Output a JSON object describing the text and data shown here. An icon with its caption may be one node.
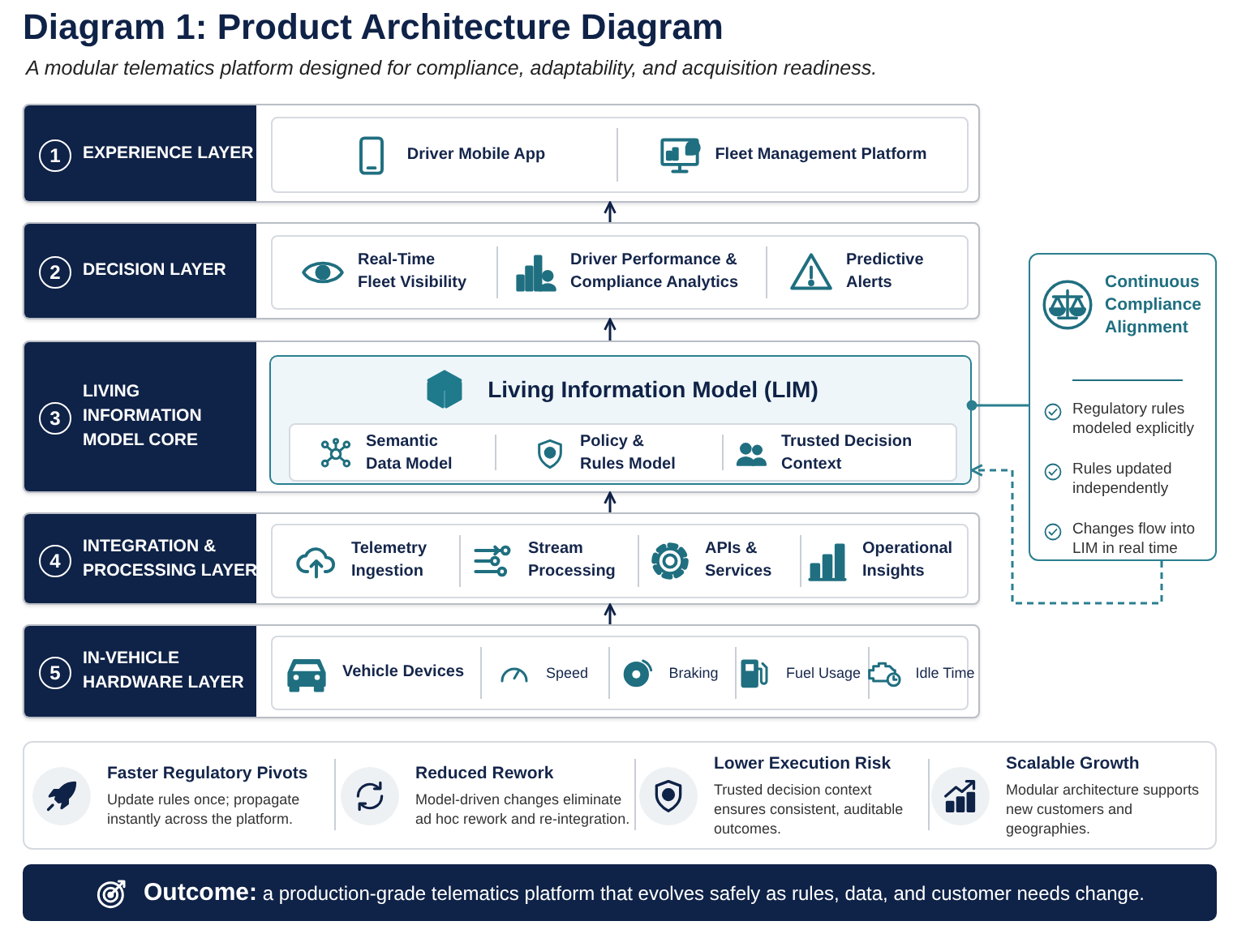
{
  "diagram": {
    "title": "Diagram 1: Product Architecture Diagram",
    "caption": "A modular telematics platform designed for compliance, adaptability, and acquisition readiness.",
    "nodes": [
      {
        "text": [
          "1",
          "EXPERIENCE LAYER"
        ]
      },
      {
        "text": [
          "Driver Mobile App"
        ],
        "in": 0
      },
      {
        "text": [
          "Fleet Management Platform"
        ],
        "in": 0
      },
      {
        "text": [
          "2",
          "DECISION LAYER"
        ]
      },
      {
        "text": [
          "Real-Time Fleet Visibility"
        ],
        "in": 3
      },
      {
        "text": [
          "Driver Performance & Compliance Analytics"
        ],
        "in": 3
      },
      {
        "text": [
          "Predictive Alerts"
        ],
        "in": 3
      },
      {
        "text": [
          "3",
          "LIVING INFORMATION MODEL CORE"
        ]
      },
      {
        "text": [
          "Living Information Model (LIM)"
        ],
        "in": 7
      },
      {
        "text": [
          "Semantic Data Model"
        ],
        "in": 8
      },
      {
        "text": [
          "Policy & Rules Model"
        ],
        "in": 8
      },
      {
        "text": [
          "Trusted Decision Context"
        ],
        "in": 8
      },
      {
        "text": [
          "4",
          "INTEGRATION & PROCESSING LAYER"
        ]
      },
      {
        "text": [
          "Telemetry Ingestion"
        ],
        "in": 12
      },
      {
        "text": [
          "Stream Processing"
        ],
        "in": 12
      },
      {
        "text": [
          "APIs & Services"
        ],
        "in": 12
      },
      {
        "text": [
          "Operational Insights"
        ],
        "in": 12
      },
      {
        "text": [
          "5",
          "IN-VEHICLE HARDWARE LAYER"
        ]
      },
      {
        "text": [
          "Vehicle Devices"
        ],
        "in": 17
      },
      {
        "text": [
          "Speed"
        ],
        "in": 17
      },
      {
        "text": [
          "Braking"
        ],
        "in": 17
      },
      {
        "text": [
          "Fuel Usage"
        ],
        "in": 17
      },
      {
        "text": [
          "Idle Time"
        ],
        "in": 17
      },
      {
        "text": [
          "Continuous Compliance Alignment",
          "Regulatory rules modeled explicitly",
          "Rules updated independently",
          "Changes flow into LIM in real time"
        ]
      },
      {
        "text": [
          "Faster Regulatory Pivots",
          "Update rules once; propagate instantly across the platform."
        ]
      },
      {
        "text": [
          "Reduced Rework",
          "Model-driven changes eliminate ad hoc rework and re-integration."
        ]
      },
      {
        "text": [
          "Lower Execution Risk",
          "Trusted decision context ensures consistent, auditable outcomes."
        ]
      },
      {
        "text": [
          "Scalable Growth",
          "Modular architecture supports new customers and geographies."
        ]
      },
      {
        "text": [
          "**Outcome:** a production-grade telematics platform that evolves safely as rules, data, and customer needs change."
        ]
      }
    ],
    "edges": [
      {
        "from": 3,
        "to": 0,
        "arrow": "to"
      },
      {
        "from": 7,
        "to": 3,
        "arrow": "to"
      },
      {
        "from": 12,
        "to": 7,
        "arrow": "to"
      },
      {
        "from": 17,
        "to": 12,
        "arrow": "to"
      },
      {
        "from": 8,
        "to": 23,
        "arrow": "other",
        "color": "#2a7f8f"
      },
      {
        "from": 23,
        "to": 8,
        "arrow": "to",
        "style": "dashed",
        "color": "#2a7f8f"
      }
    ]
  }
}
